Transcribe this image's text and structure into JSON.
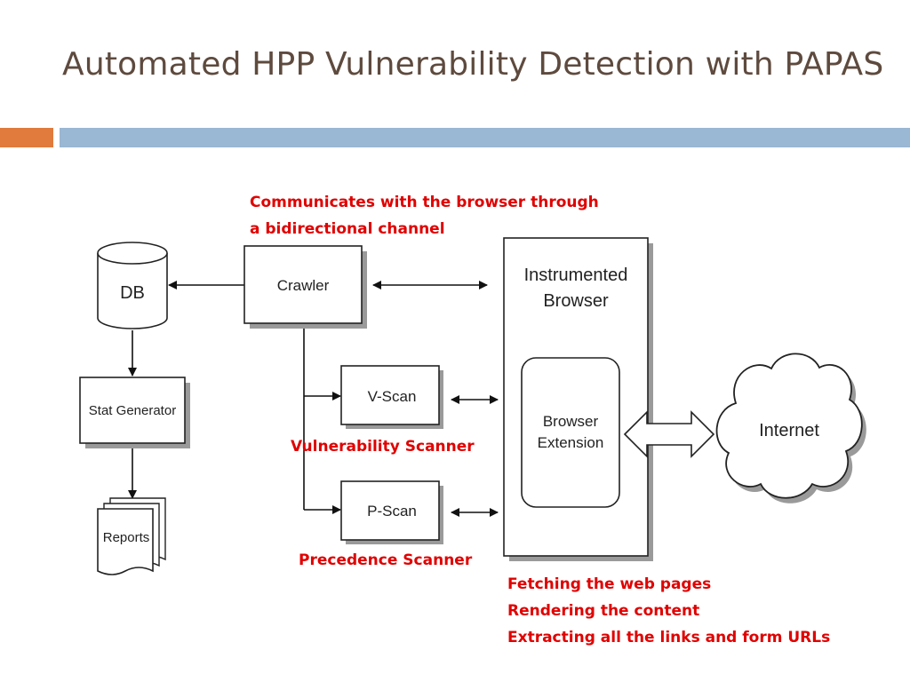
{
  "slide": {
    "title": "Automated HPP Vulnerability Detection with PAPAS"
  },
  "annotations": {
    "channel": [
      "Communicates with the browser through",
      "a bidirectional channel"
    ],
    "vscan": "Vulnerability Scanner",
    "pscan": "Precedence Scanner",
    "browser": [
      "Fetching the web pages",
      "Rendering the content",
      "Extracting all the links and form URLs"
    ]
  },
  "diagram": {
    "db": "DB",
    "crawler": "Crawler",
    "stat_generator": "Stat Generator",
    "reports": "Reports",
    "vscan": "V-Scan",
    "pscan": "P-Scan",
    "browser_title": [
      "Instrumented",
      "Browser"
    ],
    "extension": [
      "Browser",
      "Extension"
    ],
    "internet": "Internet"
  },
  "colors": {
    "title": "#5e4a3e",
    "annotation": "#e00000",
    "accent_orange": "#e07b3d",
    "accent_blue": "#9ab7d3"
  }
}
